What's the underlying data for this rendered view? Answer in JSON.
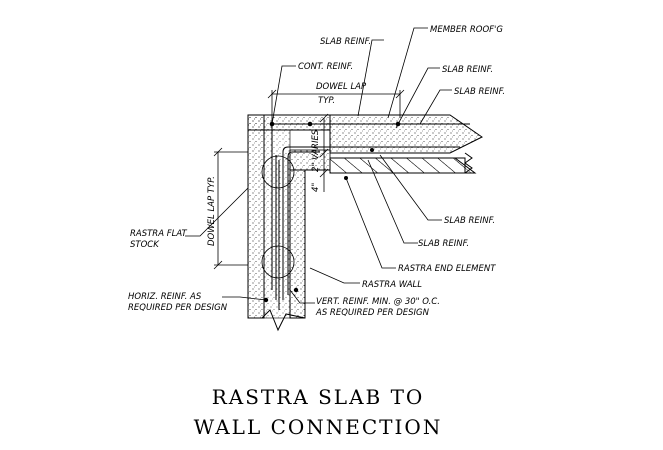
{
  "title": {
    "line1": "RASTRA SLAB TO",
    "line2": "WALL CONNECTION"
  },
  "labels": {
    "slab_reinf_top": "SLAB REINF.",
    "member_roofg": "MEMBER ROOF'G",
    "cont_reinf": "CONT. REINF.",
    "slab_reinf_right1": "SLAB REINF.",
    "slab_reinf_right2": "SLAB REINF.",
    "dowel_lap_typ_top_1": "DOWEL LAP",
    "dowel_lap_typ_top_2": "TYP.",
    "varies": "VARIES",
    "dim_2in": "2\"",
    "dim_4in": "4\"",
    "dowel_lap_typ_vertical": "DOWEL LAP TYP.",
    "rastra_flat_stock_1": "RASTRA FLAT",
    "rastra_flat_stock_2": "STOCK",
    "slab_reinf_mid": "SLAB REINF.",
    "slab_reinf_low": "SLAB REINF.",
    "rastra_end_element": "RASTRA END ELEMENT",
    "rastra_wall": "RASTRA WALL",
    "horiz_reinf_1": "HORIZ. REINF. AS",
    "horiz_reinf_2": "REQUIRED PER DESIGN",
    "vert_reinf_1": "VERT. REINF. MIN. @ 30\" O.C.",
    "vert_reinf_2": "AS REQUIRED PER DESIGN"
  },
  "colors": {
    "line": "#000000",
    "background": "#ffffff"
  }
}
